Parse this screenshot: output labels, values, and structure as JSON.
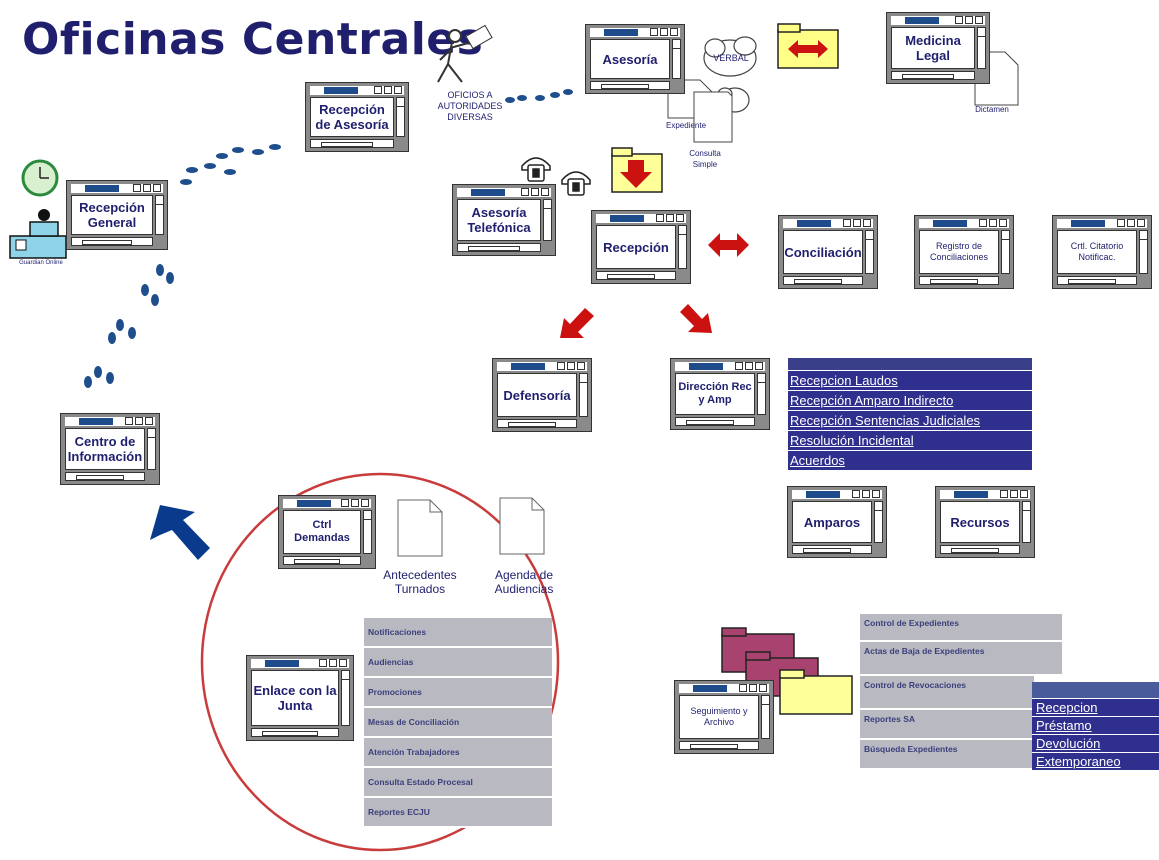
{
  "title": "Oficinas Centrales",
  "windows": {
    "recepcion_asesoria": "Recepción de Asesoría",
    "asesoria": "Asesoría",
    "medicina_legal": "Medicina Legal",
    "recepcion_general": "Recepción General",
    "asesoria_telefonica": "Asesoría Telefónica",
    "recepcion": "Recepción",
    "conciliacion": "Conciliación",
    "registro_conciliaciones": "Registro de Conciliaciones",
    "ctrl_citatorio": "Crtl. Citatorio Notificac.",
    "defensoria": "Defensoría",
    "direccion": "Dirección Rec y Amp",
    "centro_informacion": "Centro de Información",
    "amparos": "Amparos",
    "recursos": "Recursos",
    "ctrl_demandas": "Ctrl Demandas",
    "enlace_junta": "Enlace con la Junta",
    "seguimiento_archivo": "Seguimiento y Archivo"
  },
  "labels": {
    "oficios": "OFICIOS A AUTORIDADES DIVERSAS",
    "verbal": "VERBAL",
    "expediente": "Expediente",
    "consulta_simple": "Consulta Simple",
    "dictamen": "Dictamen",
    "guard": "Guardian Online",
    "antecedentes": "Antecedentes Turnados",
    "agenda": "Agenda de Audiencias"
  },
  "direccion_list": [
    "Recepcion Laudos",
    "Recepción Amparo Indirecto",
    "Recepción Sentencias Judiciales",
    "Resolución Incidental",
    "Acuerdos"
  ],
  "enlace_list": [
    "Notificaciones",
    "Audiencias",
    "Promociones",
    "Mesas de Conciliación",
    "Atención Trabajadores",
    "Consulta Estado Procesal",
    "Reportes ECJU"
  ],
  "archivo_list": [
    "Control de Expedientes",
    "Actas de Baja de Expedientes",
    "Control de Revocaciones",
    "Reportes SA",
    "Búsqueda Expedientes"
  ],
  "revocaciones_list": [
    "Recepcion",
    "Préstamo",
    "Devolución",
    "Extemporaneo"
  ],
  "colors": {
    "title": "#1f1f6e",
    "window_gray": "#8a8a8a",
    "list_blue": "#2f2f8e",
    "list_gray": "#b9b9c2",
    "red_arrow": "#cc1111",
    "blue_arrow": "#0a3a8c",
    "circle": "#c83c3c"
  }
}
